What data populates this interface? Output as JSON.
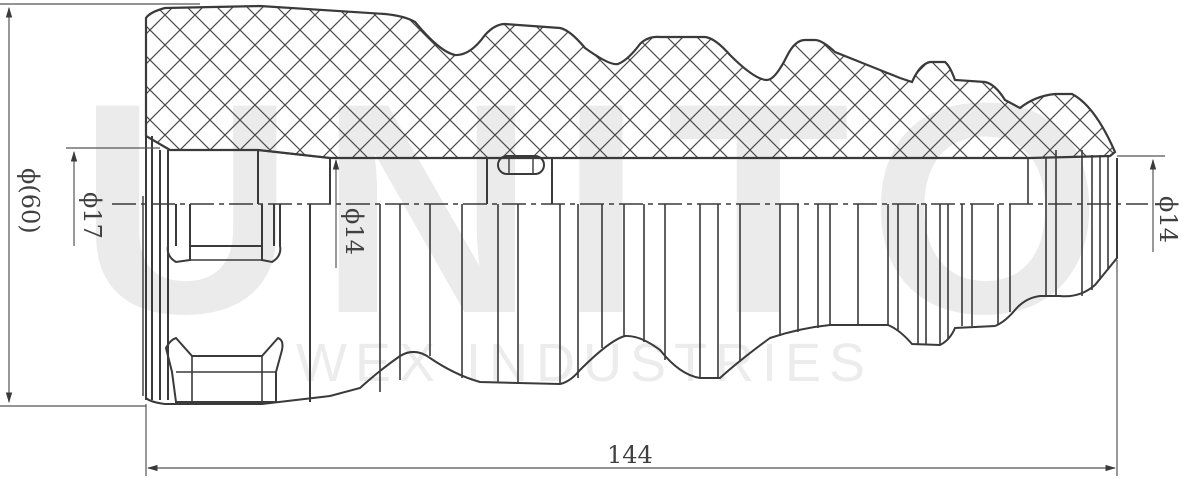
{
  "drawing": {
    "subject": "rear shock absorber bump stop, half-section view",
    "watermark": {
      "main": "UNITO",
      "sub": "WEX INDUSTRIES"
    },
    "dimensions": {
      "outer_diameter": "ϕ(60)",
      "bore_left": "ϕ17",
      "bore_mid": "ϕ14",
      "bore_right": "ϕ14",
      "overall_length": "144"
    },
    "colors": {
      "line": "#3a3a3a",
      "hatch": "#4a4a4a",
      "watermark": "#ebebeb",
      "background": "#ffffff"
    }
  }
}
